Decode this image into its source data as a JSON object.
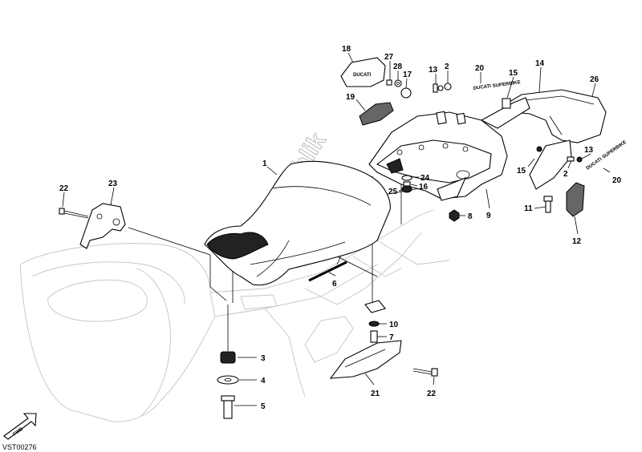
{
  "diagram": {
    "watermark": "PartsRepublik",
    "drawing_code": "VST00276",
    "fwd_label": "FWD",
    "decal_text_1": "DUCATI",
    "decal_text_2": "SUPERBIKE",
    "callouts": {
      "c1": "1",
      "c2a": "2",
      "c2b": "2",
      "c3": "3",
      "c4": "4",
      "c5": "5",
      "c6": "6",
      "c7": "7",
      "c8": "8",
      "c9": "9",
      "c10": "10",
      "c11": "11",
      "c12": "12",
      "c13a": "13",
      "c13b": "13",
      "c14": "14",
      "c15a": "15",
      "c15b": "15",
      "c16": "16",
      "c17": "17",
      "c18": "18",
      "c19": "19",
      "c20a": "20",
      "c20b": "20",
      "c21": "21",
      "c22a": "22",
      "c22b": "22",
      "c23": "23",
      "c24": "24",
      "c25": "25",
      "c26": "26",
      "c27": "27",
      "c28": "28"
    }
  }
}
